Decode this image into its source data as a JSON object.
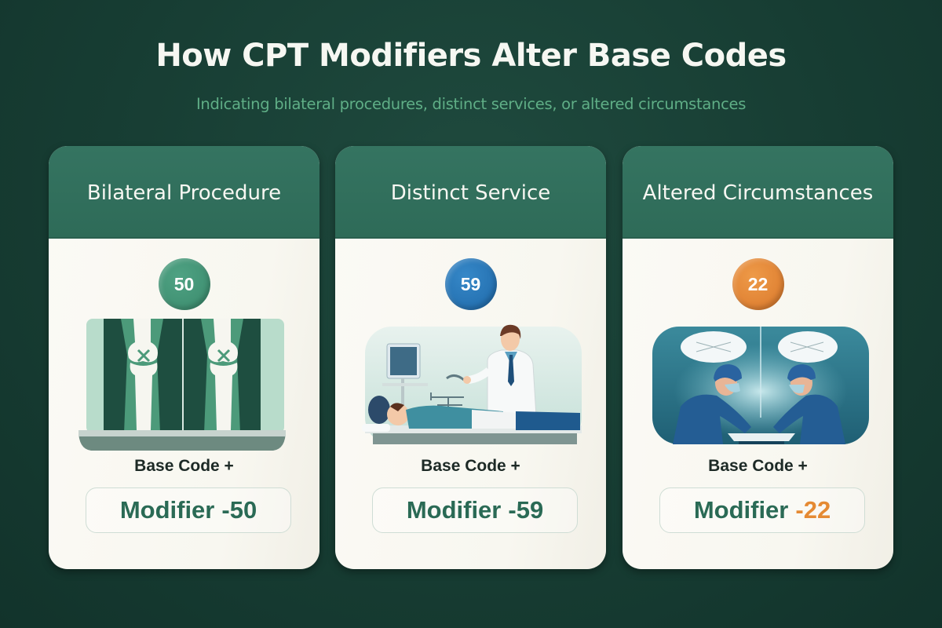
{
  "header": {
    "title": "How CPT Modifiers Alter Base Codes",
    "subtitle": "Indicating bilateral procedures, distinct services, or altered circumstances"
  },
  "colors": {
    "background": "#173d33",
    "card_header": "#2f6d5a",
    "subtitle": "#5fae86",
    "modifier_text": "#2a6a55"
  },
  "cards": [
    {
      "title": "Bilateral Procedure",
      "badge": "50",
      "badge_color": "#3f8f72",
      "illustration": "bilateral-knee-xray-icon",
      "base_label": "Base Code +",
      "modifier_word": "Modifier",
      "modifier_code": "-50",
      "modifier_code_color": "#2a6a55"
    },
    {
      "title": "Distinct Service",
      "badge": "59",
      "badge_color": "#2272b4",
      "illustration": "doctor-patient-exam-icon",
      "base_label": "Base Code +",
      "modifier_word": "Modifier",
      "modifier_code": "-59",
      "modifier_code_color": "#2a6a55"
    },
    {
      "title": "Altered Circumstances",
      "badge": "22",
      "badge_color": "#e0842e",
      "illustration": "surgeons-operating-room-icon",
      "base_label": "Base Code +",
      "modifier_word": "Modifier",
      "modifier_code": "-22",
      "modifier_code_color": "#e58a33"
    }
  ]
}
